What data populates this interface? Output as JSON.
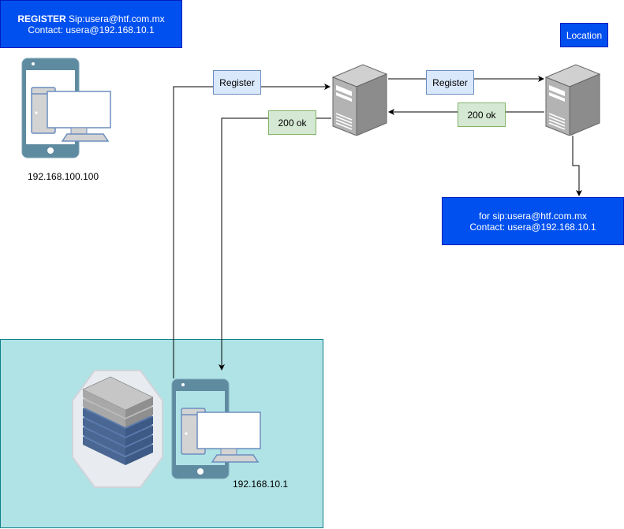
{
  "register_note": {
    "keyword": "REGISTER",
    "line1_rest": " Sip:usera@htf.com.mx",
    "line2": "Contact: usera@192.168.10.1"
  },
  "location_box": {
    "label": "Location"
  },
  "location_record": {
    "line1": "for sip:usera@htf.com.mx",
    "line2": "Contact: usera@192.168.10.1"
  },
  "client_top": {
    "ip": "192.168.100.100",
    "icon": "mobile-and-desktop-icon"
  },
  "client_bottom": {
    "ip": "192.168.10.1",
    "icon": "mobile-and-desktop-icon"
  },
  "servers": {
    "proxy": {
      "icon": "tower-server-icon"
    },
    "registrar": {
      "icon": "tower-server-icon"
    },
    "rack": {
      "icon": "server-rack-icon"
    }
  },
  "edge_labels": {
    "client_to_proxy": "Register",
    "proxy_to_client": "200 ok",
    "proxy_to_registrar": "Register",
    "registrar_to_proxy": "200 ok"
  },
  "colors": {
    "note_blue": "#0050ef",
    "zone_fill": "#b0e3e6",
    "zone_border": "#0e8088",
    "label_blue_fill": "#dae8fc",
    "label_green_fill": "#d5e8d4"
  }
}
